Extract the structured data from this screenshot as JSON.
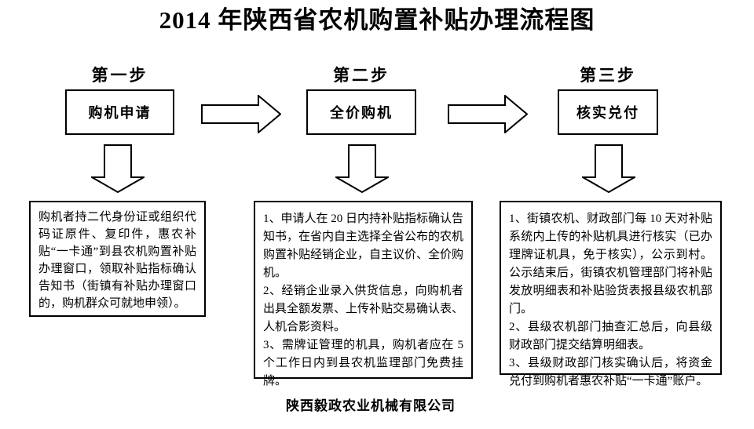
{
  "title": "2014 年陕西省农机购置补贴办理流程图",
  "steps": [
    {
      "label": "第一步",
      "box": "购机申请"
    },
    {
      "label": "第二步",
      "box": "全价购机"
    },
    {
      "label": "第三步",
      "box": "核实兑付"
    }
  ],
  "details": [
    {
      "paragraphs": [
        "购机者持二代身份证或组织代码证原件、复印件，惠农补贴“一卡通”到县农机购置补贴办理窗口，领取补贴指标确认告知书（街镇有补贴办理窗口的，购机群众可就地申领）。"
      ]
    },
    {
      "paragraphs": [
        "1、申请人在 20 日内持补贴指标确认告知书，在省内自主选择全省公布的农机购置补贴经销企业，自主议价、全价购机。",
        "2、经销企业录入供货信息，向购机者出具全额发票、上传补贴交易确认表、人机合影资料。",
        "3、需牌证管理的机具，购机者应在 5 个工作日内到县农机监理部门免费挂牌。"
      ]
    },
    {
      "paragraphs": [
        "1、街镇农机、财政部门每 10 天对补贴系统内上传的补贴机具进行核实（已办理牌证机具，免于核实），公示到村。公示结束后，街镇农机管理部门将补贴发放明细表和补贴验货表报县级农机部门。",
        "2、县级农机部门抽查汇总后，向县级财政部门提交结算明细表。",
        "3、县级财政部门核实确认后，将资金兑付到购机者惠农补贴“一卡通”账户。"
      ]
    }
  ],
  "footer": "陕西毅政农业机械有限公司",
  "icons": {
    "step_arrow": "right-block-arrow",
    "flow_arrow": "down-block-arrow"
  },
  "colors": {
    "background": "#ffffff",
    "line": "#000000",
    "text": "#000000"
  }
}
